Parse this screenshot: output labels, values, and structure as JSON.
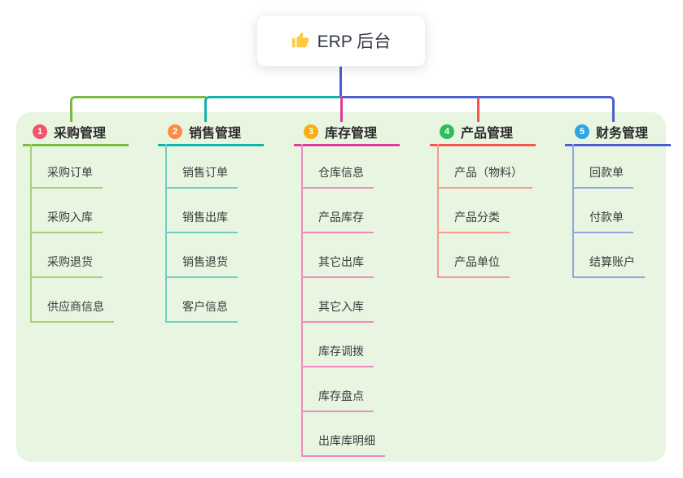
{
  "root": {
    "label": "ERP 后台",
    "icon": "thumbs-up-icon"
  },
  "branches": [
    {
      "index": "1",
      "label": "采购管理",
      "badge_color": "#F1556C",
      "line_color": "#7CBB41",
      "child_line_color": "#A6D077",
      "children": [
        "采购订单",
        "采购入库",
        "采购退货",
        "供应商信息"
      ]
    },
    {
      "index": "2",
      "label": "销售管理",
      "badge_color": "#FB8C44",
      "line_color": "#14B3A9",
      "child_line_color": "#72CCC4",
      "children": [
        "销售订单",
        "销售出库",
        "销售退货",
        "客户信息"
      ]
    },
    {
      "index": "3",
      "label": "库存管理",
      "badge_color": "#F9AF13",
      "line_color": "#DC3D99",
      "child_line_color": "#EF8AC4",
      "children": [
        "仓库信息",
        "产品库存",
        "其它出库",
        "其它入库",
        "库存调拨",
        "库存盘点",
        "出库库明细"
      ]
    },
    {
      "index": "4",
      "label": "产品管理",
      "badge_color": "#2BBE5B",
      "line_color": "#F7564E",
      "child_line_color": "#F9998F",
      "children": [
        "产品（物料）",
        "产品分类",
        "产品单位"
      ]
    },
    {
      "index": "5",
      "label": "财务管理",
      "badge_color": "#2EA4E6",
      "line_color": "#4A5FD1",
      "child_line_color": "#93A4E3",
      "children": [
        "回款单",
        "付款单",
        "结算账户"
      ]
    }
  ],
  "colors": {
    "canvas_bg": "#FFFFFF",
    "panel_bg": "#E8F5E1",
    "root_connector": "#4A5FD1",
    "root_text": "#353A45",
    "node_text": "#3C3C3C"
  }
}
